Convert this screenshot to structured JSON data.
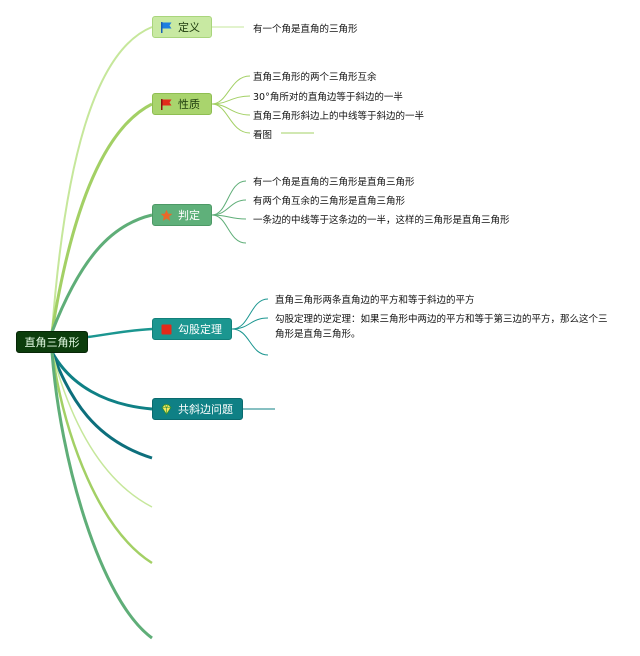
{
  "root": {
    "label": "直角三角形"
  },
  "topics": [
    {
      "label": "定义",
      "icon": "blue-flag-icon",
      "children": [
        "有一个角是直角的三角形"
      ]
    },
    {
      "label": "性质",
      "icon": "red-flag-icon",
      "children": [
        "直角三角形的两个三角形互余",
        "30°角所对的直角边等于斜边的一半",
        "直角三角形斜边上的中线等于斜边的一半",
        "看图"
      ]
    },
    {
      "label": "判定",
      "icon": "star-icon",
      "children": [
        "有一个角是直角的三角形是直角三角形",
        "有两个角互余的三角形是直角三角形",
        "一条边的中线等于这条边的一半，这样的三角形是直角三角形"
      ]
    },
    {
      "label": "勾股定理",
      "icon": "red-square-icon",
      "children": [
        "直角三角形两条直角边的平方和等于斜边的平方",
        "勾股定理的逆定理：如果三角形中两边的平方和等于第三边的平方，那么这个三",
        "角形是直角三角形。"
      ]
    },
    {
      "label": "共斜边问题",
      "icon": "diamond-icon",
      "children": []
    }
  ],
  "colors": {
    "branch1": "#c6e79b",
    "branch2": "#a3d065",
    "branch3": "#5fae78",
    "branch4": "#1b9690",
    "branch5": "#0f8085",
    "root": "#0c3d0c"
  }
}
